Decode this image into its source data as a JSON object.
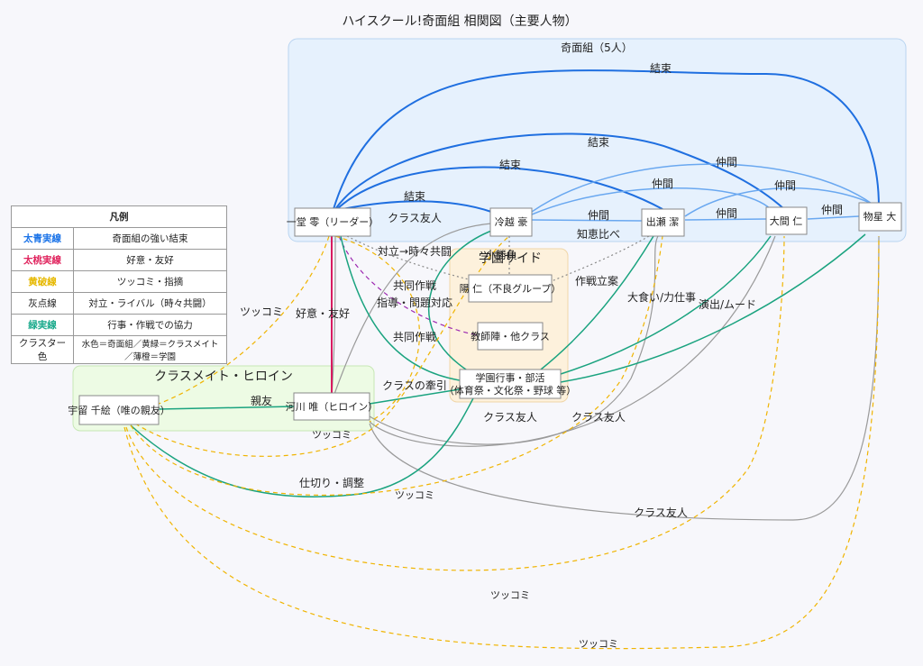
{
  "title": "ハイスクール!奇面組 相関図（主要人物）",
  "clusters": {
    "kimengumi": "奇面組（5人）",
    "classmates": "クラスメイト・ヒロイン",
    "school": "学園サイド"
  },
  "nodes": {
    "rei": "一堂 零（リーダー）",
    "go": "冷越 豪",
    "kiyoshi": "出瀬 潔",
    "jin": "大間 仁",
    "dai": "物星 大",
    "yui": "河川 唯（ヒロイン）",
    "chie": "宇留 千絵（唯の親友）",
    "jin2": "陽 仁（不良グループ）",
    "teachers": "教師陣・他クラス",
    "events_l1": "学園行事・部活",
    "events_l2": "（体育祭・文化祭・野球 等）"
  },
  "edge_labels": {
    "kessoku": "結束",
    "nakama": "仲間",
    "classfriend": "クラス友人",
    "taiji": "対立→時々共闘",
    "chiebe": "知恵比べ",
    "kobun": "小勝負",
    "sakusenritsuan": "作戦立案",
    "ookui": "大食い/力仕事",
    "enshutsu": "演出/ムード",
    "koui": "好意・友好",
    "shidou": "指導・問題対応",
    "kyodo": "共同作戦",
    "shinyu": "親友",
    "classpull": "クラスの牽引",
    "tsukkomi": "ツッコミ",
    "shikiri": "仕切り・調整"
  },
  "legend": {
    "title": "凡例",
    "rows": [
      {
        "key": "太青実線",
        "desc": "奇面組の強い結束",
        "color": "#1a73e8"
      },
      {
        "key": "太桃実線",
        "desc": "好意・友好",
        "color": "#e0245e"
      },
      {
        "key": "黄破線",
        "desc": "ツッコミ・指摘",
        "color": "#e6b800"
      },
      {
        "key": "灰点線",
        "desc": "対立・ライバル（時々共闘）",
        "color": "#333333"
      },
      {
        "key": "緑実線",
        "desc": "行事・作戦での協力",
        "color": "#1aaa8c"
      },
      {
        "key": "クラスター色",
        "desc": "水色＝奇面組／黄緑＝クラスメイト／薄橙＝学園",
        "color": "#333333"
      }
    ]
  },
  "colors": {
    "blue_strong": "#1a73e8",
    "blue_light": "#6aa8f0",
    "pink": "#d81b60",
    "yellow_dash": "#f0b400",
    "gray": "#9a9a9a",
    "green": "#1aa37f",
    "purple_dash": "#9c27b0"
  }
}
